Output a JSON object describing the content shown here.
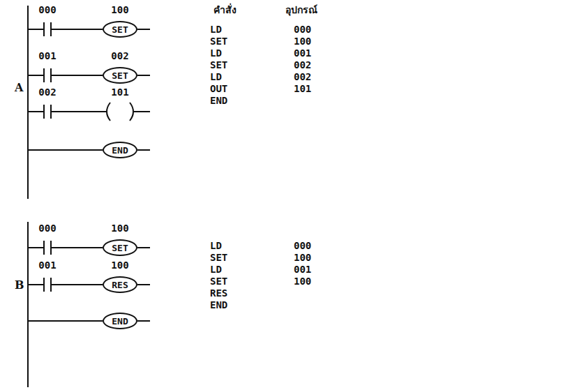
{
  "diagram": {
    "nodes": [
      {
        "text": [
          "SET"
        ]
      },
      {
        "text": [
          "SET"
        ]
      },
      {
        "text": [
          "END"
        ]
      },
      {
        "text": [
          "SET"
        ]
      },
      {
        "text": [
          "RES"
        ]
      },
      {
        "text": [
          "END"
        ]
      }
    ],
    "labels": [
      "000",
      "100",
      "001",
      "002",
      "002",
      "101",
      "A",
      "คำสั่ง",
      "อุปกรณ์",
      "LD",
      "000",
      "SET",
      "100",
      "LD",
      "001",
      "SET",
      "002",
      "LD",
      "002",
      "OUT",
      "101",
      "END",
      "000",
      "100",
      "001",
      "100",
      "B",
      "LD",
      "000",
      "SET",
      "100",
      "LD",
      "001",
      "SET",
      "100",
      "RES",
      "END"
    ]
  }
}
